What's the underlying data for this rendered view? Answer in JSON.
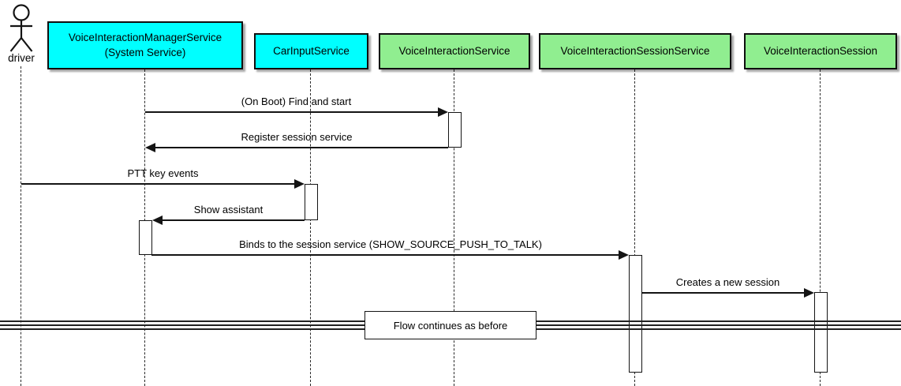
{
  "actor": {
    "label": "driver"
  },
  "participants": [
    {
      "label": "VoiceInteractionManagerService\n(System Service)",
      "color_key": "cyan"
    },
    {
      "label": "CarInputService",
      "color_key": "cyan"
    },
    {
      "label": "VoiceInteractionService",
      "color_key": "green"
    },
    {
      "label": "VoiceInteractionSessionService",
      "color_key": "green"
    },
    {
      "label": "VoiceInteractionSession",
      "color_key": "green"
    }
  ],
  "messages": [
    {
      "label": "(On Boot) Find and start",
      "from": "VoiceInteractionManagerService",
      "to": "VoiceInteractionService",
      "direction": "right"
    },
    {
      "label": "Register session service",
      "from": "VoiceInteractionService",
      "to": "VoiceInteractionManagerService",
      "direction": "left"
    },
    {
      "label": "PTT key events",
      "from": "driver",
      "to": "CarInputService",
      "direction": "right"
    },
    {
      "label": "Show assistant",
      "from": "CarInputService",
      "to": "VoiceInteractionManagerService",
      "direction": "left"
    },
    {
      "label": "Binds to the session service (SHOW_SOURCE_PUSH_TO_TALK)",
      "from": "VoiceInteractionManagerService",
      "to": "VoiceInteractionSessionService",
      "direction": "right"
    },
    {
      "label": "Creates a new session",
      "from": "VoiceInteractionSessionService",
      "to": "VoiceInteractionSession",
      "direction": "right"
    }
  ],
  "divider": {
    "label": "Flow continues as before"
  },
  "colors": {
    "cyan": "#00FFFF",
    "green": "#90EE90",
    "line": "#141414",
    "background": "#FFFFFF"
  }
}
